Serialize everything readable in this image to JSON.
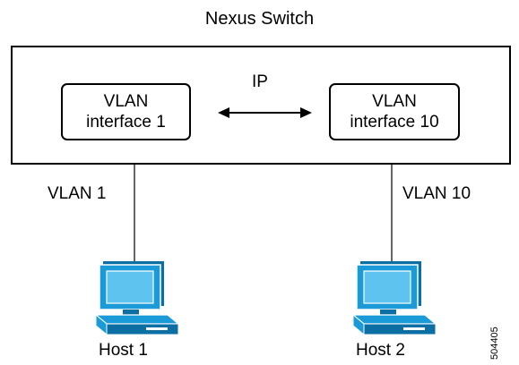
{
  "diagram": {
    "switch_title": "Nexus Switch",
    "vlan_interface_1": {
      "line1": "VLAN",
      "line2": "interface 1"
    },
    "vlan_interface_10": {
      "line1": "VLAN",
      "line2": "interface 10"
    },
    "link_label": "IP",
    "vlan_left": "VLAN 1",
    "vlan_right": "VLAN 10",
    "host_1": "Host 1",
    "host_2": "Host 2",
    "figure_id": "504405"
  },
  "colors": {
    "line": "#000000",
    "computer_body": "#1a9bd7",
    "computer_screen": "#5ec3ee",
    "computer_dark": "#0c6fa4"
  },
  "icons": {
    "host": "desktop-computer-icon",
    "link": "double-arrow-icon"
  }
}
